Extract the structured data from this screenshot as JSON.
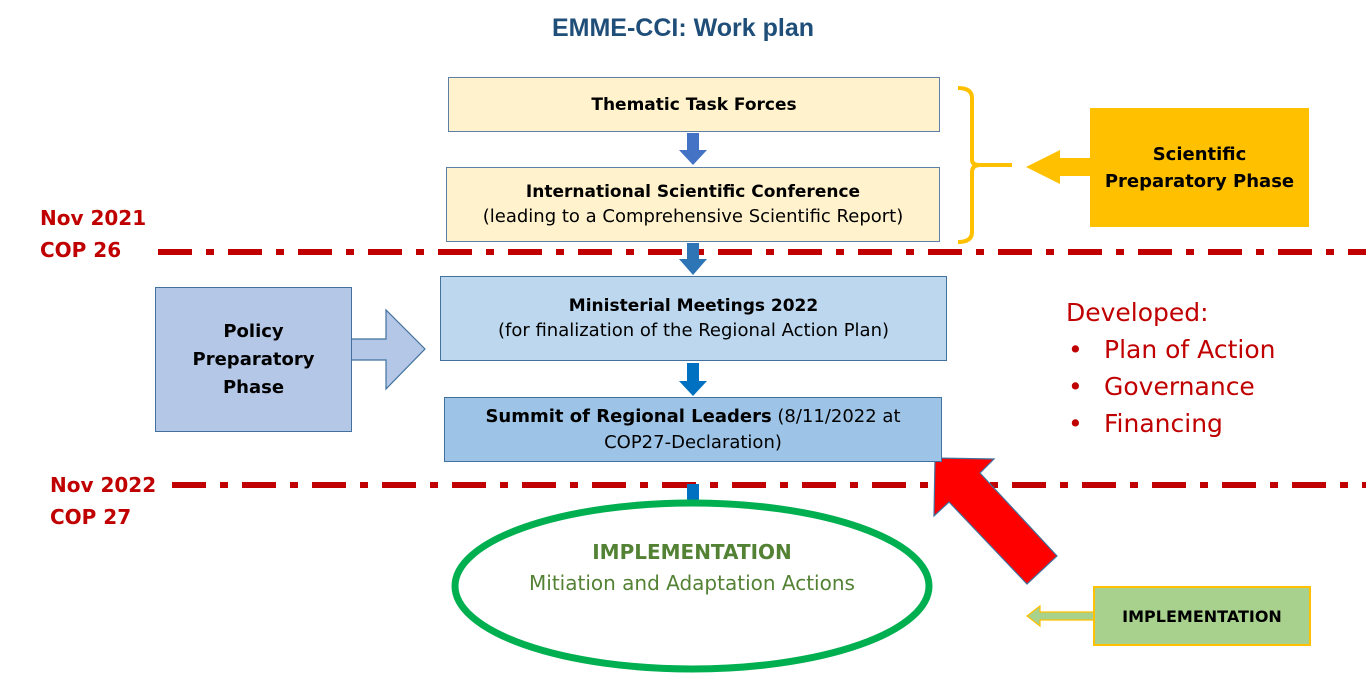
{
  "title": "EMME-CCI: Work plan",
  "flow": {
    "thematic_task_forces": "Thematic Task Forces",
    "conference": {
      "title": "International Scientific Conference",
      "subtitle": "(leading to a Comprehensive Scientific Report)"
    },
    "ministerial": {
      "title": "Ministerial Meetings 2022",
      "subtitle": "(for finalization of the Regional Action Plan)"
    },
    "summit": {
      "title": "Summit of Regional Leaders",
      "detail_1": " (8/11/2022 at",
      "detail_2": "COP27-Declaration)"
    },
    "implementation": {
      "title": "IMPLEMENTATION",
      "subtitle": "Mitiation and Adaptation  Actions"
    }
  },
  "milestones": [
    {
      "line1": "Nov 2021",
      "line2": "COP 26"
    },
    {
      "line1": "Nov 2022",
      "line2": "COP 27"
    }
  ],
  "phases": {
    "scientific": {
      "line1": "Scientific",
      "line2": "Preparatory Phase"
    },
    "policy": {
      "line1": "Policy",
      "line2": "Preparatory",
      "line3": "Phase"
    },
    "implementation": "IMPLEMENTATION"
  },
  "developed": {
    "heading": "Developed:",
    "items": [
      "Plan of Action",
      "Governance",
      "Financing"
    ]
  },
  "colors": {
    "title": "#1f4e79",
    "milestone_red": "#c00000",
    "scientific_phase": "#ffc000",
    "policy_phase": "#b4c7e7",
    "implementation_phase": "#a9d18e",
    "ellipse_border": "#00b050",
    "arrow_blue": "#2e75b6",
    "big_arrow_red": "#ff0000"
  }
}
